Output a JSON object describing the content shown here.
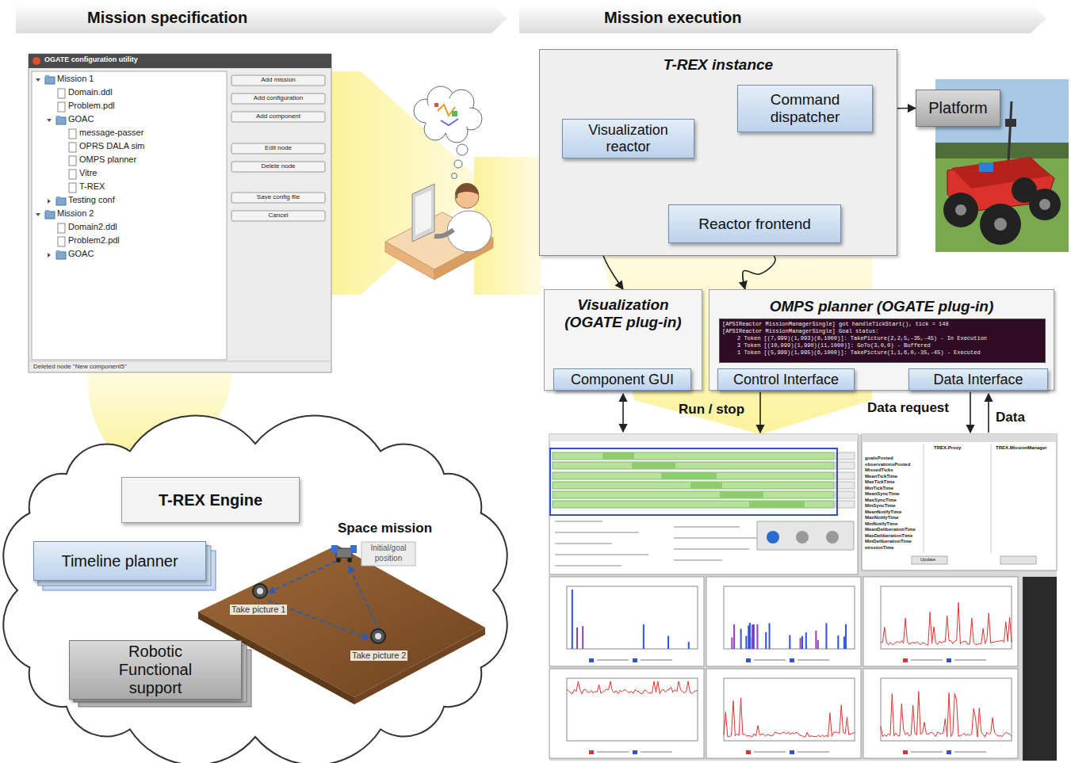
{
  "diagram": {
    "nodes": [
      {
        "text": [
          "T-REX instance"
        ]
      },
      {
        "text": [
          "Visualization reactor"
        ],
        "in": 0
      },
      {
        "text": [
          "Command dispatcher"
        ],
        "in": 0
      },
      {
        "text": [
          "Reactor frontend"
        ],
        "in": 0
      },
      {
        "text": [
          "Platform"
        ]
      },
      {
        "text": [
          "Visualization (OGATE plug-in)"
        ]
      },
      {
        "text": [
          "Component GUI"
        ],
        "in": 5
      },
      {
        "text": [
          "OMPS planner (OGATE plug-in)"
        ]
      },
      {
        "text": [
          "Control Interface"
        ],
        "in": 7
      },
      {
        "text": [
          "Data Interface"
        ],
        "in": 7
      },
      {
        "text": [
          "T-REX Engine"
        ]
      },
      {
        "text": [
          "Timeline planner"
        ]
      },
      {
        "text": [
          "Robotic Functional support"
        ]
      }
    ],
    "edges": [
      {
        "from": 1,
        "to": 3,
        "arrow": "both"
      },
      {
        "from": 2,
        "to": 3,
        "arrow": "both"
      },
      {
        "from": 2,
        "to": 4,
        "arrow": "both"
      },
      {
        "from": 1,
        "to": 5,
        "arrow": "both"
      },
      {
        "from": 3,
        "to": 7,
        "arrow": "both"
      }
    ],
    "labels": [
      "Mission specification",
      "Mission execution",
      "OGATE configuration utility",
      "Mission 1",
      "Domain.ddl",
      "Problem.pdl",
      "GOAC",
      "message-passer",
      "OPRS DALA sim",
      "OMPS planner",
      "Vitre",
      "T-REX",
      "Testing conf",
      "Mission 2",
      "Domain2.ddl",
      "Problem2.pdl",
      "GOAC",
      "Add mission",
      "Add configuration",
      "Add component",
      "Edit node",
      "Delete node",
      "Save config file",
      "Cancel",
      "Deleted node \"New component5\"",
      "[APSIReactor MissionManagerSingle] got handleTickStart(), tick = 148",
      "[APSIReactor MissionManagerSingle] Goal status:",
      "2 Token [(7,999)(1,993)(8,1000)]: TakePicture(2,2,5,-35,-45) - In Execution",
      "3 Token [(10,999)(1,990)(11,1000)]: GoTo(3,0,0) - Buffered",
      "1 Token [(5,999)(1,995)(6,1000)]: TakePicture(1,1,6,0,-35,-45) - Executed",
      "Run / stop",
      "Data request",
      "Data",
      "Space mission",
      "Initial/goal position",
      "Take picture 1",
      "Take picture 2",
      "TREX.Proxy",
      "TREX.MissionManager",
      "goalsPosted",
      "observationsPosted",
      "MissedTicks",
      "MeanTickTime",
      "MaxTickTime",
      "MinTickTime",
      "MeanSyncTime",
      "MaxSyncTime",
      "MinSyncTime",
      "MeanNotifyTime",
      "MaxNotifyTime",
      "MinNotifyTime",
      "MeanDeliberationTime",
      "MaxDeliberationTime",
      "MinDeliberationTime",
      "missionTime",
      "Update"
    ]
  }
}
